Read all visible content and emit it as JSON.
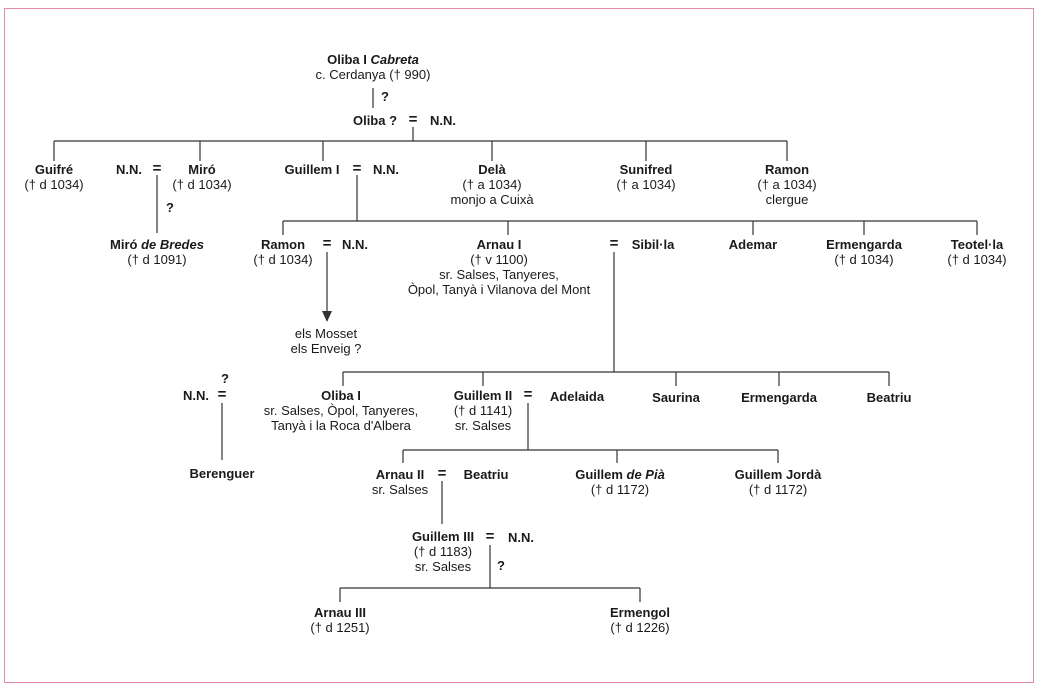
{
  "tree": {
    "root": {
      "name": "Oliba I ",
      "name_em": "Cabreta",
      "line1": "c. Cerdanya († 990)"
    },
    "q_root": "?",
    "oliba": {
      "name": "Oliba ?",
      "eq": "=",
      "spouse": "N.N."
    },
    "gen2": {
      "guifre": {
        "name": "Guifré",
        "line1": "(† d 1034)"
      },
      "nn_miro": {
        "name": "N.N.",
        "eq": "="
      },
      "miro": {
        "name": "Miró",
        "line1": "(† d 1034)"
      },
      "q_miro": "?",
      "guillem1": {
        "name": "Guillem I",
        "eq": "=",
        "spouse": "N.N."
      },
      "dela": {
        "name": "Delà",
        "line1": "(† a 1034)",
        "line2": "monjo a Cuixà"
      },
      "sunifred": {
        "name": "Sunifred",
        "line1": "(† a 1034)"
      },
      "ramon": {
        "name": "Ramon",
        "line1": "(† a 1034)",
        "line2": "clergue"
      }
    },
    "gen3": {
      "miro_bredes": {
        "name": "Miró ",
        "name_em": "de Bredes",
        "line1": "(† d 1091)"
      },
      "ramon": {
        "name": "Ramon",
        "line1": "(† d 1034)",
        "eq": "=",
        "spouse": "N.N."
      },
      "mosset": {
        "line1": "els Mosset",
        "line2": "els Enveig ?"
      },
      "arnau1": {
        "name": "Arnau I",
        "line1": "(† v 1100)",
        "line2": "sr. Salses, Tanyeres,",
        "line3": "Òpol, Tanyà i Vilanova del Mont"
      },
      "sibila": {
        "eq": "=",
        "name": "Sibil·la"
      },
      "ademar": {
        "name": "Ademar"
      },
      "ermengarda": {
        "name": "Ermengarda",
        "line1": "(† d 1034)"
      },
      "teotela": {
        "name": "Teotel·la",
        "line1": "(† d 1034)"
      }
    },
    "gen4": {
      "q_nn": "?",
      "nn": {
        "name": "N.N.",
        "eq": "="
      },
      "berenguer": {
        "name": "Berenguer"
      },
      "oliba1": {
        "name": "Oliba I",
        "line1": "sr. Salses, Òpol, Tanyeres,",
        "line2": "Tanyà i la Roca d'Albera"
      },
      "guillem2": {
        "name": "Guillem II",
        "line1": "(† d 1141)",
        "line2": "sr. Salses",
        "eq": "=",
        "spouse": "Adelaida"
      },
      "saurina": {
        "name": "Saurina"
      },
      "ermengarda": {
        "name": "Ermengarda"
      },
      "beatriu": {
        "name": "Beatriu"
      }
    },
    "gen5": {
      "arnau2": {
        "name": "Arnau II",
        "line1": "sr. Salses",
        "eq": "=",
        "spouse": "Beatriu"
      },
      "guillem_pia": {
        "name": "Guillem ",
        "name_em": "de Pià",
        "line1": "(† d 1172)"
      },
      "guillem_jorda": {
        "name": "Guillem Jordà",
        "line1": "(† d 1172)"
      }
    },
    "gen6": {
      "guillem3": {
        "name": "Guillem III",
        "line1": "(† d 1183)",
        "line2": "sr. Salses",
        "eq": "=",
        "spouse": "N.N."
      },
      "q_g3": "?"
    },
    "gen7": {
      "arnau3": {
        "name": "Arnau III",
        "line1": "(† d 1251)"
      },
      "ermengol": {
        "name": "Ermengol",
        "line1": "(† d 1226)"
      }
    }
  },
  "colors": {
    "line": "#333333",
    "frame": "#e08ab0",
    "text": "#1a1a1a"
  }
}
